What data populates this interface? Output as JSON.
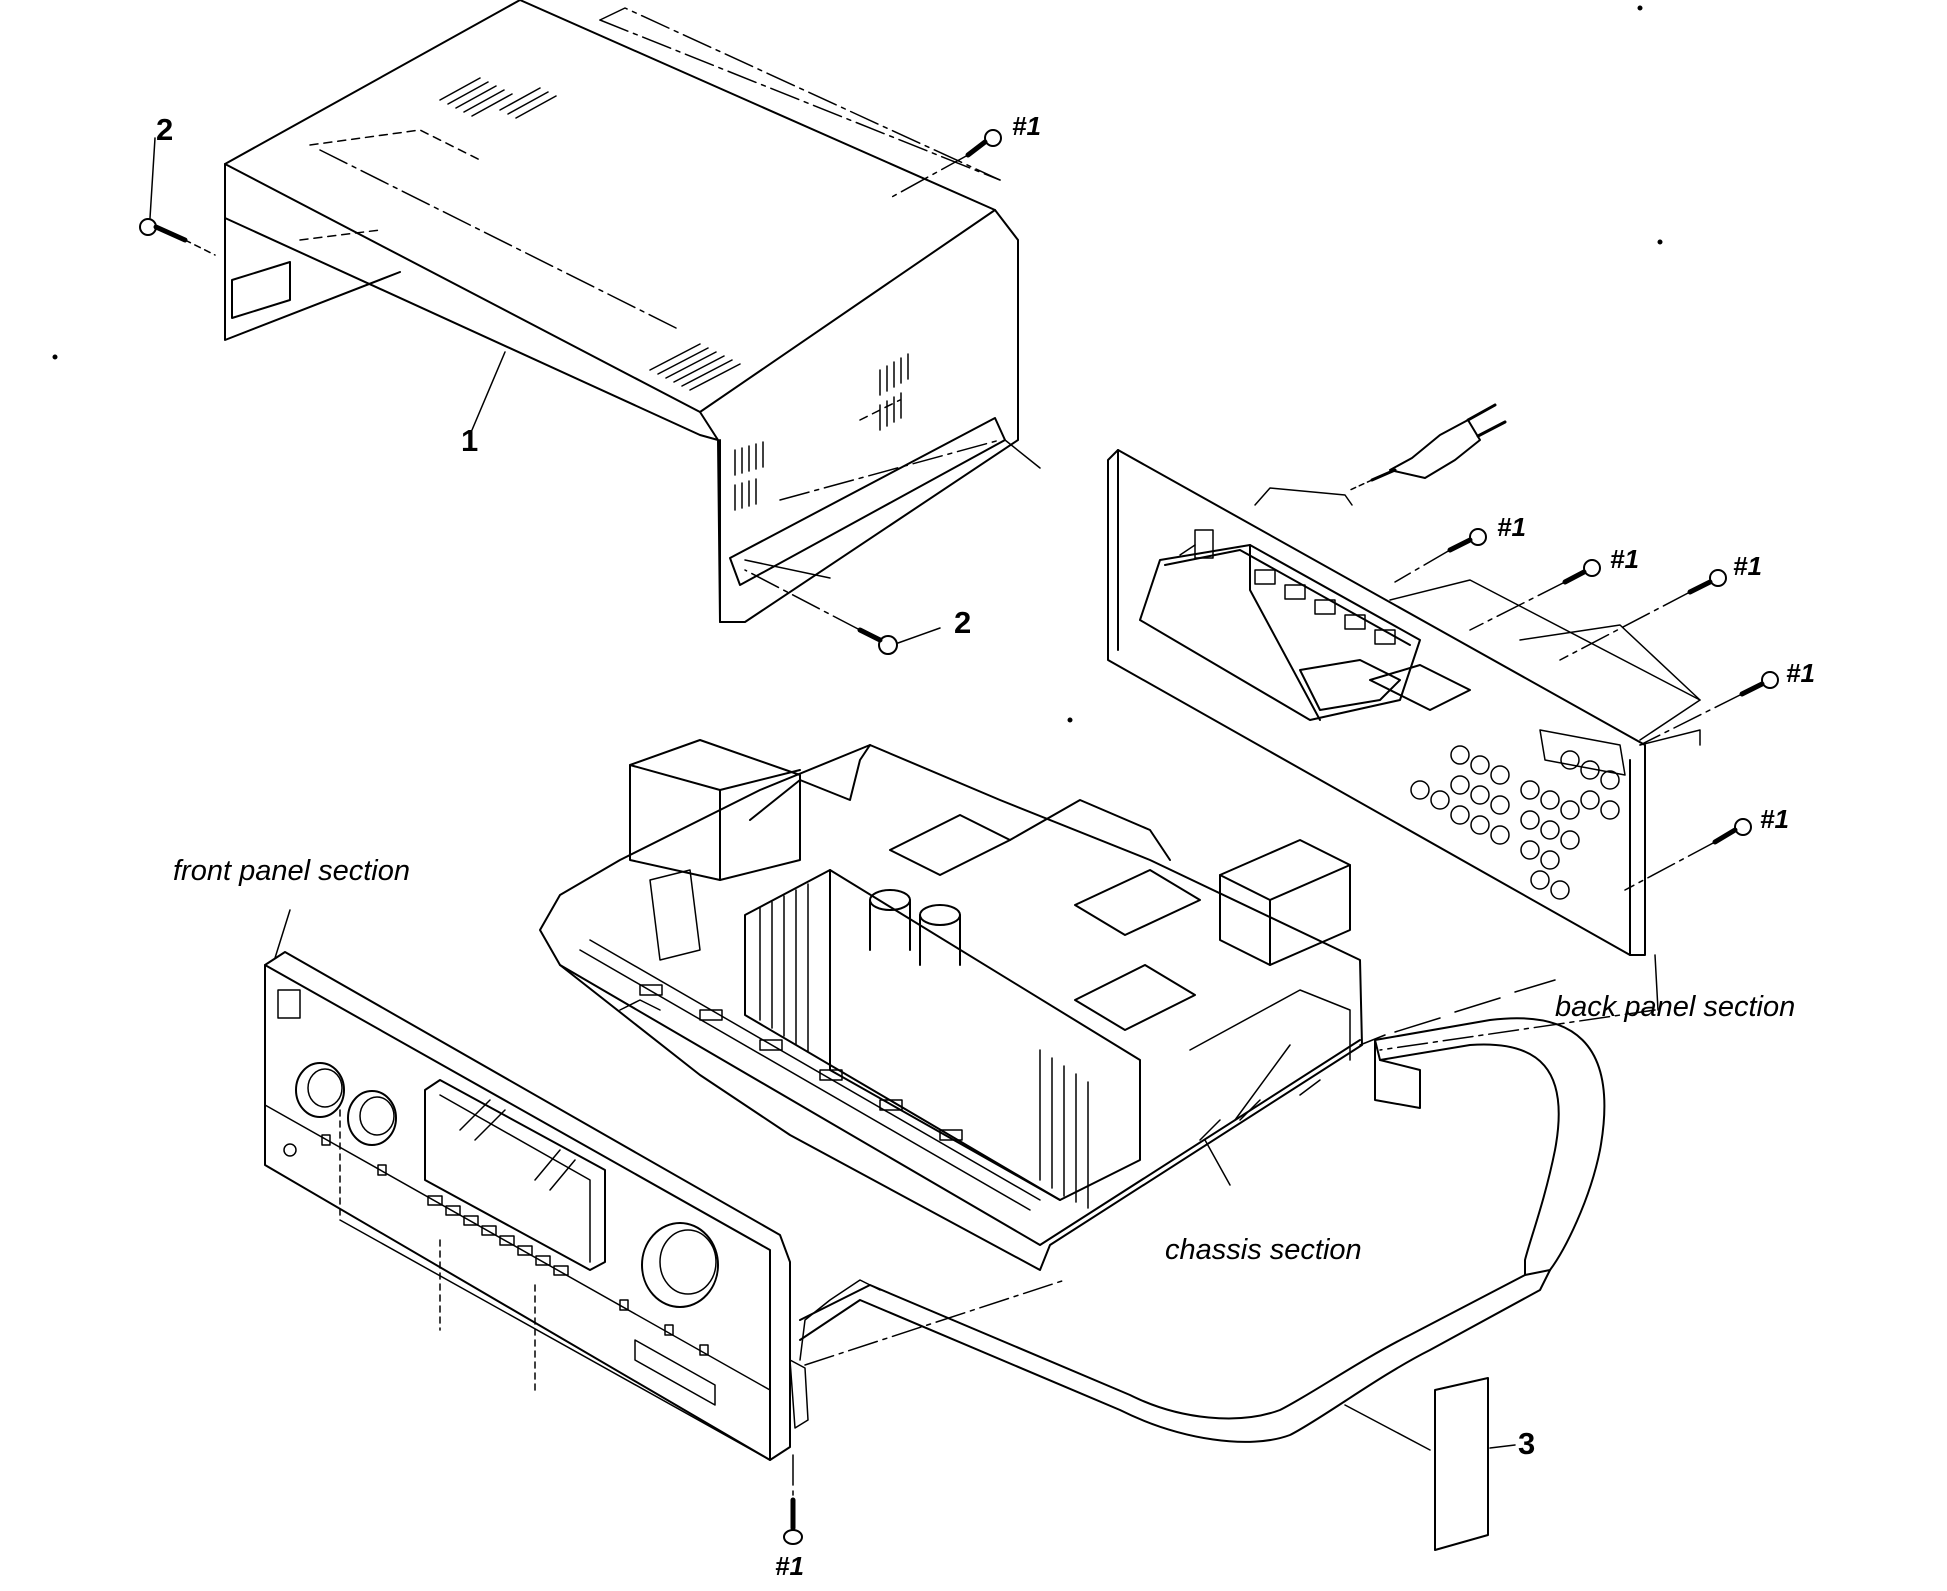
{
  "labels": {
    "part_1": "1",
    "part_2_left": "2",
    "part_2_right": "2",
    "part_3": "3",
    "screw_ref_top": "#1",
    "screw_ref_back_1": "#1",
    "screw_ref_back_2": "#1",
    "screw_ref_back_3": "#1",
    "screw_ref_back_4": "#1",
    "screw_ref_back_5": "#1",
    "screw_ref_bottom": "#1",
    "front_panel": "front panel section",
    "back_panel": "back panel section",
    "chassis": "chassis section"
  },
  "colors": {
    "ink": "#000000",
    "paper": "#ffffff"
  },
  "icons": [
    "screw-icon",
    "power-plug-icon",
    "flat-cable-icon"
  ]
}
